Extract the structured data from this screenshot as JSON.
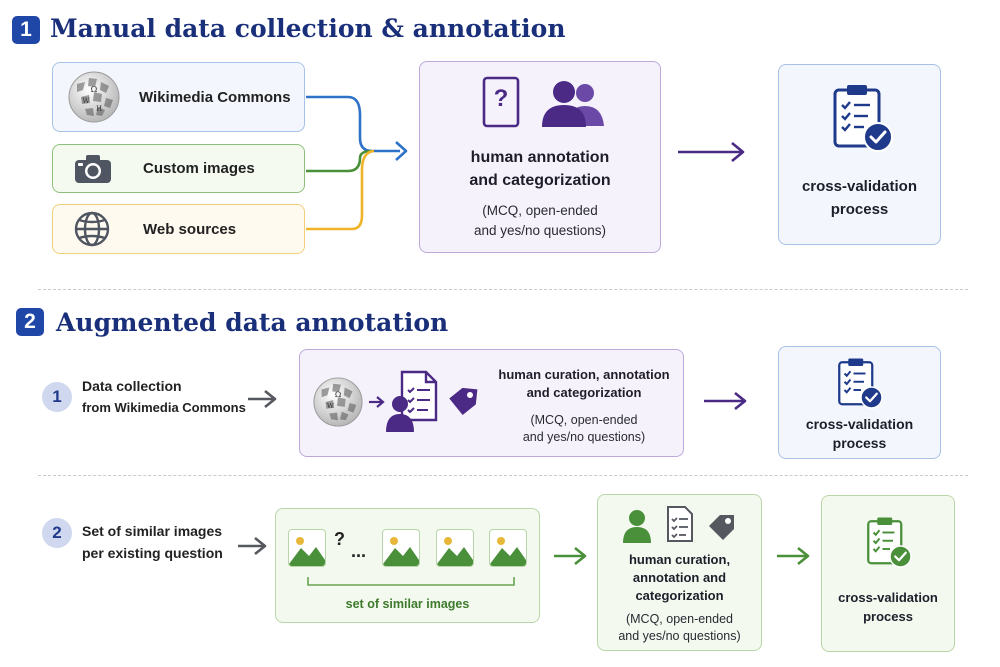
{
  "section1": {
    "number": "1",
    "title": "Manual data collection & annotation",
    "sources": [
      {
        "label": "Wikimedia Commons",
        "icon": "wikipedia-globe-icon",
        "color": "#2f73c9"
      },
      {
        "label": "Custom images",
        "icon": "camera-icon",
        "color": "#4a8f3a"
      },
      {
        "label": "Web sources",
        "icon": "globe-icon",
        "color": "#f0b429"
      }
    ],
    "annotation": {
      "title_line1": "human annotation",
      "title_line2": "and categorization",
      "sub_line1": "(MCQ, open-ended",
      "sub_line2": "and yes/no questions)",
      "question_mark": "?"
    },
    "validation": {
      "line1": "cross-validation",
      "line2": "process"
    }
  },
  "section2": {
    "number": "2",
    "title": "Augmented data annotation",
    "row1": {
      "number": "1",
      "line1": "Data collection",
      "line2": "from Wikimedia Commons",
      "curation": {
        "title_line1": "human curation, annotation",
        "title_line2": "and categorization",
        "sub_line1": "(MCQ, open-ended",
        "sub_line2": "and yes/no questions)"
      },
      "validation": {
        "line1": "cross-validation",
        "line2": "process"
      }
    },
    "row2": {
      "number": "2",
      "line1": "Set of similar images",
      "line2": "per existing question",
      "question_mark": "?",
      "ellipsis": "...",
      "set_label": "set of similar images",
      "curation": {
        "title_line1": "human curation,",
        "title_line2": "annotation and",
        "title_line3": "categorization",
        "sub_line1": "(MCQ, open-ended",
        "sub_line2": "and yes/no questions)"
      },
      "validation": {
        "line1": "cross-validation",
        "line2": "process"
      }
    }
  },
  "colors": {
    "navy": "#1a2f7a",
    "purple": "#4b2a86",
    "green": "#4a8f3a",
    "blue": "#2f73c9",
    "yellow": "#f0b429"
  }
}
